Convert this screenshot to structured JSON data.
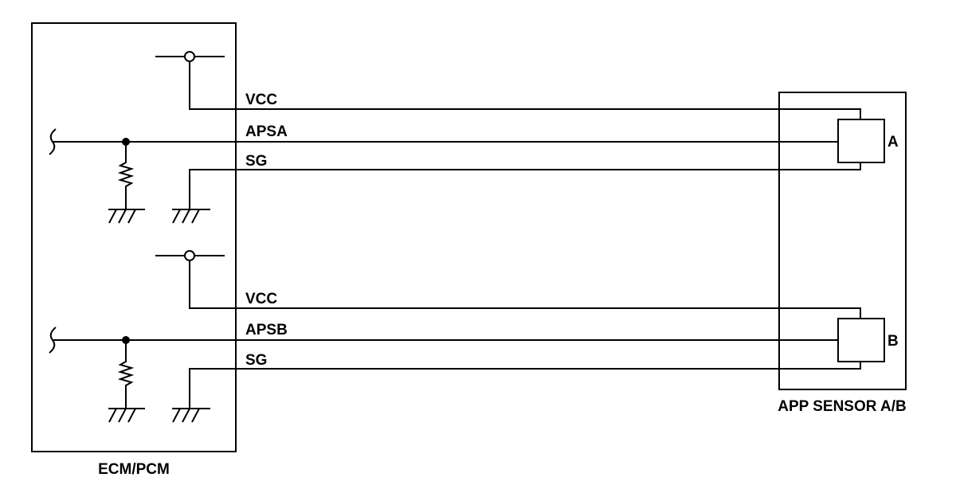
{
  "ecm": {
    "title": "ECM/PCM"
  },
  "sensor": {
    "title": "APP SENSOR A/B",
    "sensor_a_label": "A",
    "sensor_b_label": "B"
  },
  "circuit_a": {
    "vcc": "VCC",
    "signal": "APSA",
    "ground": "SG"
  },
  "circuit_b": {
    "vcc": "VCC",
    "signal": "APSB",
    "ground": "SG"
  }
}
